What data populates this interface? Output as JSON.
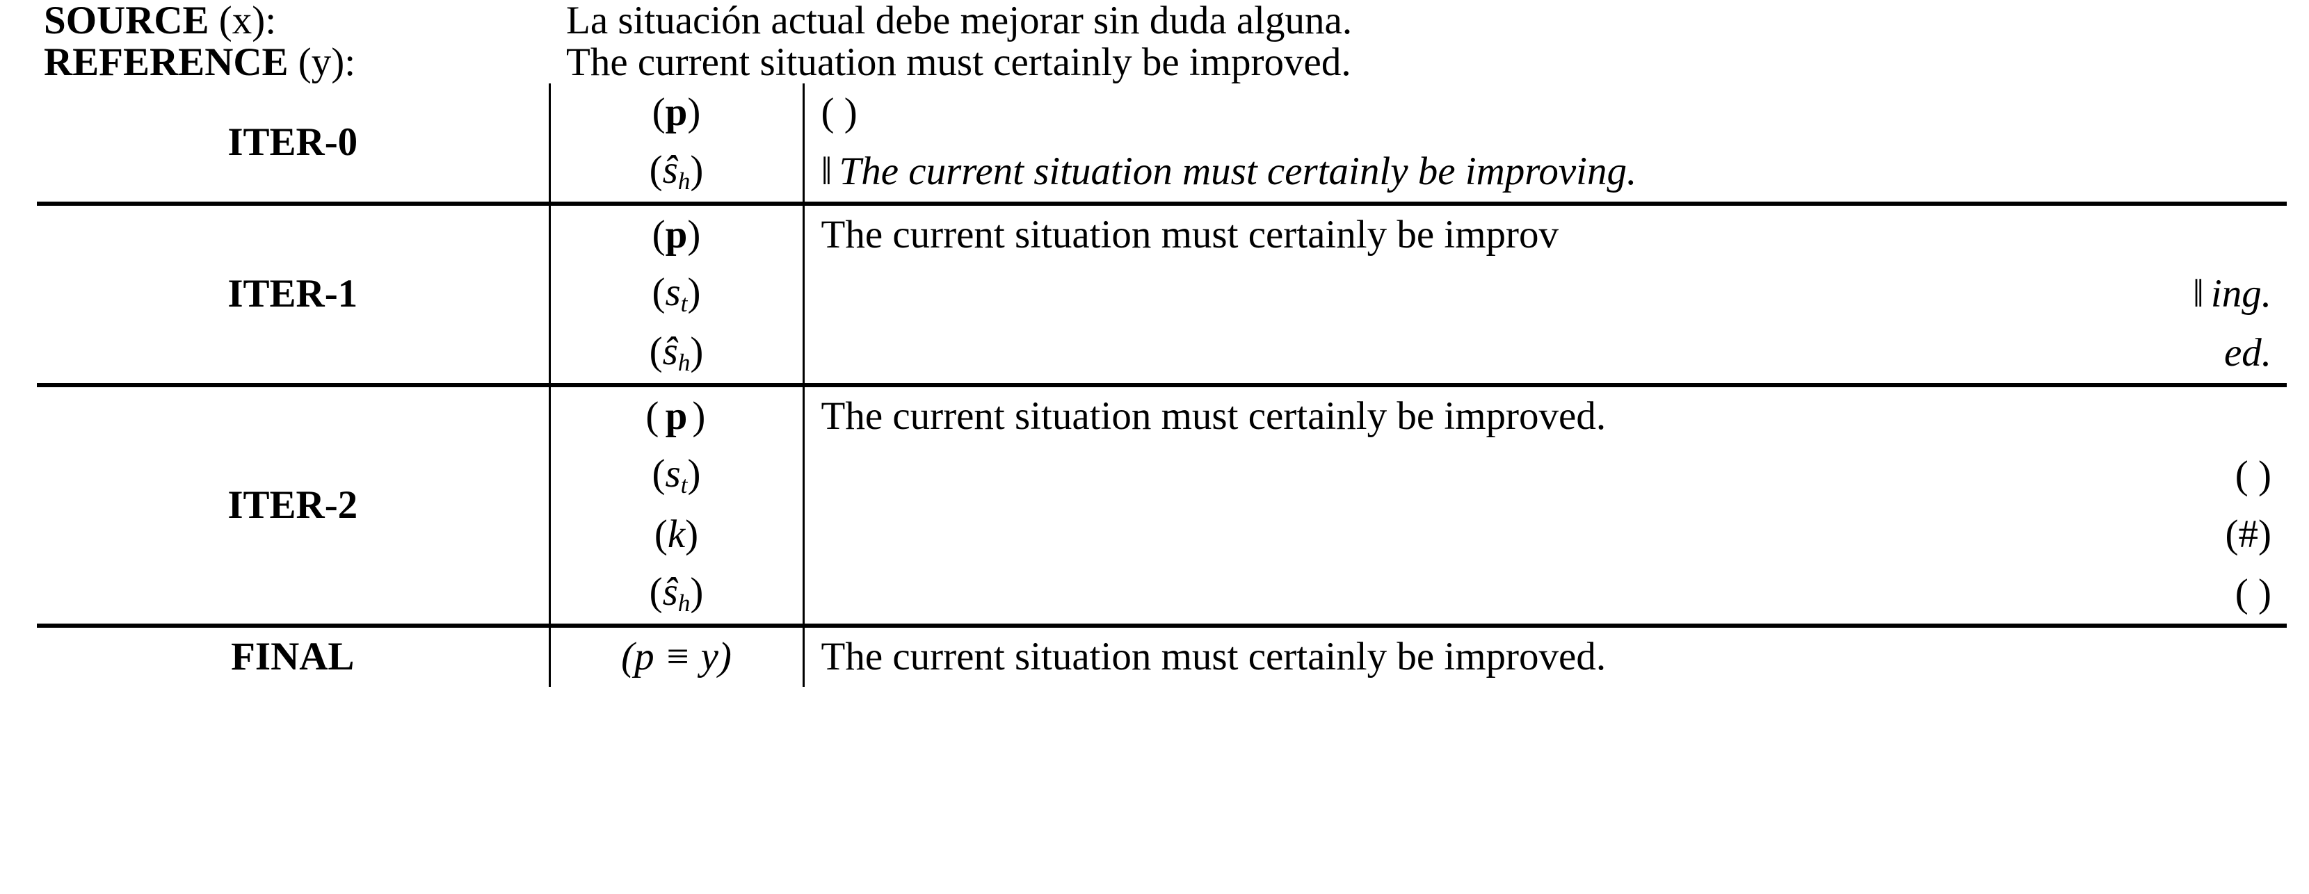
{
  "header": {
    "source_label_bold": "SOURCE",
    "source_label_var": " (x):",
    "source_text": "La situación actual debe mejorar sin duda alguna.",
    "reference_label_bold": "REFERENCE",
    "reference_label_var": " (y):",
    "reference_text": "The current situation must certainly be improved."
  },
  "symbols": {
    "p": "p",
    "s_t": "s",
    "s_t_sub": "t",
    "s_hat_h": "ŝ",
    "s_hat_h_sub": "h",
    "k": "k",
    "final_expr": "(p ≡ y)",
    "open_paren": "(",
    "close_paren": ")",
    "double_bar": "‖"
  },
  "rows": [
    {
      "label": "ITER-0",
      "lines": [
        {
          "sym_kind": "p",
          "sym_text": "(p)",
          "body": "( )",
          "align": "left",
          "italic": false,
          "bar": false
        },
        {
          "sym_kind": "sh",
          "sym_text": "(ŝh)",
          "body": "The current situation must certainly be improving.",
          "align": "left",
          "italic": true,
          "bar": true
        }
      ]
    },
    {
      "label": "ITER-1",
      "lines": [
        {
          "sym_kind": "p",
          "sym_text": "(p)",
          "body": "The current situation must certainly be improv",
          "align": "left",
          "italic": false,
          "bar": false
        },
        {
          "sym_kind": "st",
          "sym_text": "(st)",
          "body": "ing.",
          "align": "right",
          "italic": true,
          "bar": true
        },
        {
          "sym_kind": "sh",
          "sym_text": "(ŝh)",
          "body": "ed.",
          "align": "right",
          "italic": true,
          "bar": false
        }
      ]
    },
    {
      "label": "ITER-2",
      "lines": [
        {
          "sym_kind": "p2",
          "sym_text": "( p )",
          "body": "The current situation must certainly be improved.",
          "align": "left",
          "italic": false,
          "bar": false
        },
        {
          "sym_kind": "st",
          "sym_text": "(st)",
          "body": "(  )",
          "align": "right",
          "italic": false,
          "bar": false
        },
        {
          "sym_kind": "k",
          "sym_text": "(k)",
          "body": "(#)",
          "align": "right",
          "italic": false,
          "bar": false
        },
        {
          "sym_kind": "sh",
          "sym_text": "(ŝh)",
          "body": "( )",
          "align": "right",
          "italic": false,
          "bar": false
        }
      ]
    },
    {
      "label": "FINAL",
      "lines": [
        {
          "sym_kind": "final",
          "sym_text": "(p ≡ y)",
          "body": "The current situation must certainly be improved.",
          "align": "left",
          "italic": false,
          "bar": false
        }
      ]
    }
  ],
  "colors": {
    "text": "#000000",
    "rule": "#000000",
    "background": "#ffffff"
  }
}
